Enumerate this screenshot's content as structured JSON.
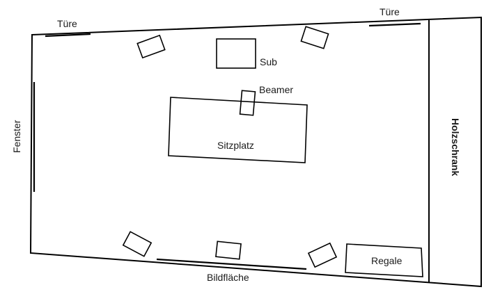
{
  "labels": {
    "door_left": "Türe",
    "door_right": "Türe",
    "sub": "Sub",
    "beamer": "Beamer",
    "seat": "Sitzplatz",
    "window": "Fenster",
    "cabinet": "Holzschrank",
    "screen": "Bildfläche",
    "shelves": "Regale"
  },
  "colors": {
    "stroke": "#000000",
    "text": "#1a1a1a",
    "background": "#ffffff"
  }
}
